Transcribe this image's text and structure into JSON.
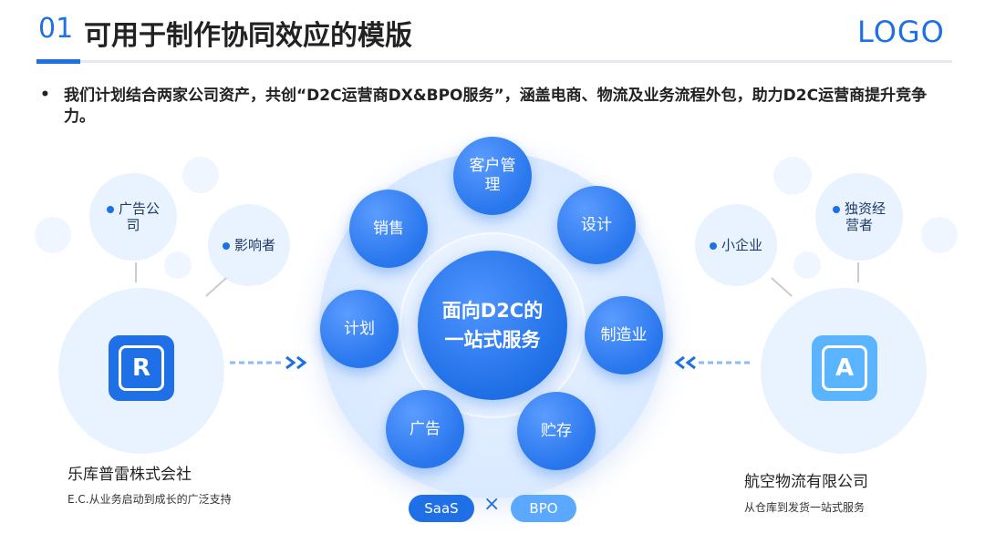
{
  "header": {
    "number": "01",
    "title": "可用于制作协同效应的模版",
    "logo": "LOGO"
  },
  "bullet": {
    "symbol": "•",
    "text": "我们计划结合两家公司资产，共创“D2C运营商DX&BPO服务”，涵盖电商、物流及业务流程外包，助力D2C运营商提升竞争力。"
  },
  "left_company": {
    "tile_letter": "R",
    "name": "乐库普雷株式会社",
    "description": "E.C.从业务启动到成长的广泛支持",
    "tags": [
      "广告公\n司",
      "影响者"
    ]
  },
  "right_company": {
    "tile_letter": "A",
    "name": "航空物流有限公司",
    "description": "从仓库到发货一站式服务",
    "tags": [
      "小企业",
      "独资经\n营者"
    ]
  },
  "center": {
    "core_text": "面向D2C的\n一站式服务",
    "nodes": [
      "客户管\n理",
      "设计",
      "制造业",
      "贮存",
      "广告",
      "计划",
      "销售"
    ]
  },
  "pills": {
    "left": "SaaS",
    "separator": "×",
    "right": "BPO"
  },
  "colors": {
    "accent": "#1f6fe6",
    "pale_blue": "#e9f3ff",
    "tile_left": "#1f6fe6",
    "tile_right": "#5bb4ff"
  },
  "icons": {
    "left_arrow": "dashed-right-arrow-icon",
    "right_arrow": "dashed-left-arrow-icon",
    "tag_dot": "dot-icon"
  }
}
